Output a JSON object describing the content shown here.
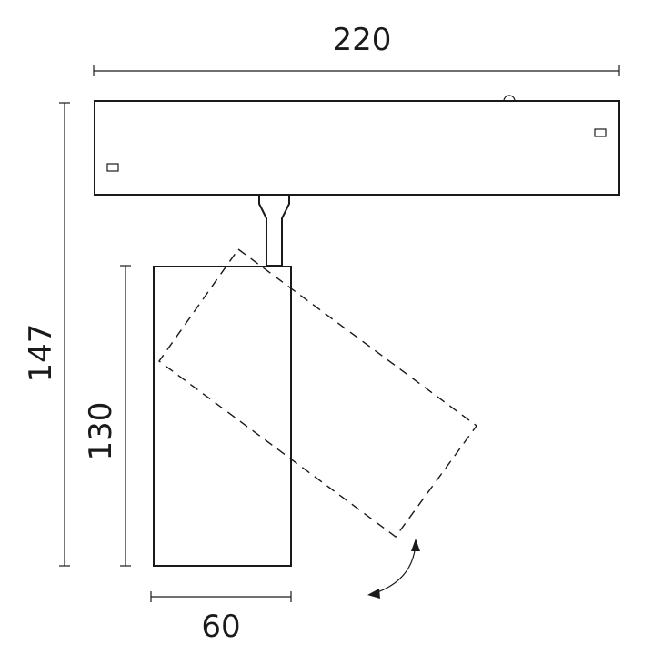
{
  "dimensions": {
    "width_total": "220",
    "height_total": "147",
    "lamp_height": "130",
    "lamp_width": "60"
  }
}
